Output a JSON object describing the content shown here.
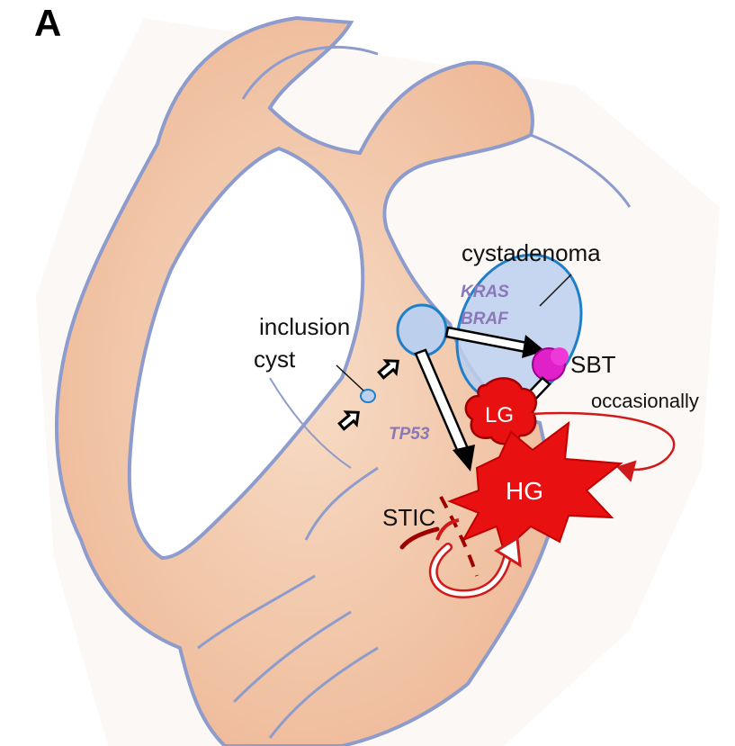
{
  "panel_label": "A",
  "labels": {
    "cystadenoma": "cystadenoma",
    "kras": "KRAS",
    "braf": "BRAF",
    "inclusion": "inclusion",
    "cyst": "cyst",
    "sbt": "SBT",
    "occasionally": "occasionally",
    "lg": "LG",
    "tp53": "TP53",
    "hg": "HG",
    "stic": "STIC"
  },
  "colors": {
    "tissue_fill": "#f3c7ab",
    "tissue_outline": "#8d9ccc",
    "cyst_fill": "#bcd0ee",
    "cyst_stroke": "#1f7fc8",
    "mutation_text": "#8a78b8",
    "sbt": "#e020c8",
    "red": "#e81010",
    "dark_red": "#a00000",
    "arrow_red": "#d01a1a"
  }
}
